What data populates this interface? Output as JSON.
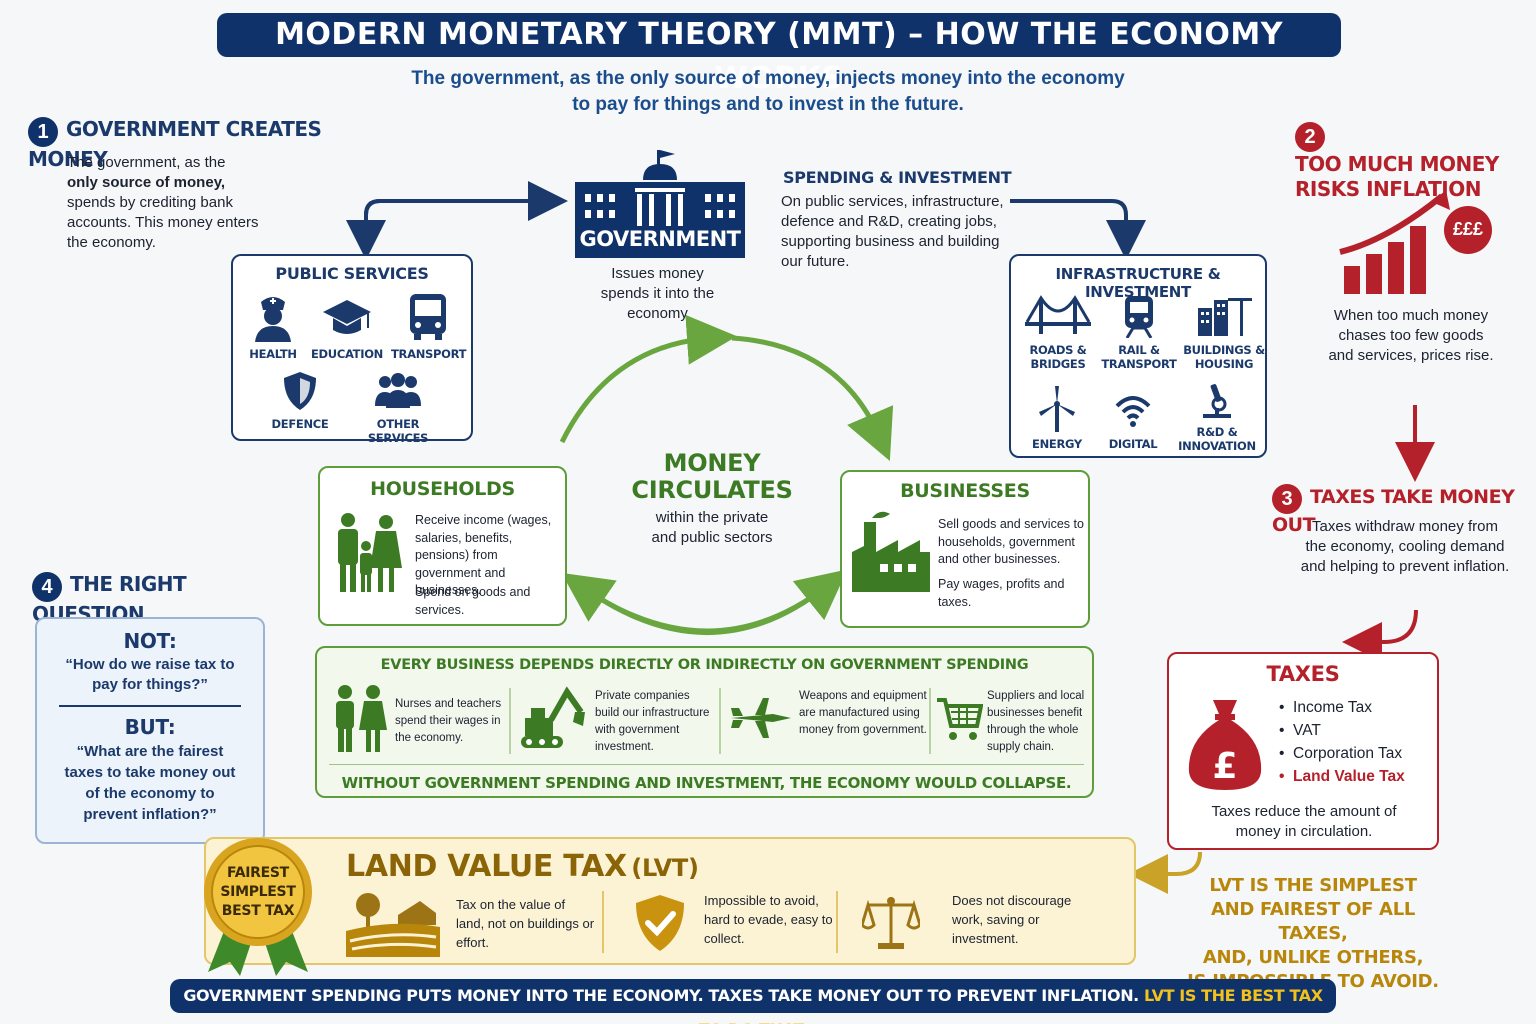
{
  "title": "MODERN MONETARY THEORY (MMT) – HOW THE ECONOMY WORKS",
  "subtitle_line1": "The government, as the only source of money, injects money into the economy",
  "subtitle_line2": "to pay for things and to invest in the future.",
  "section1": {
    "number": "1",
    "heading": "GOVERNMENT CREATES MONEY",
    "text_a": "The government, as the",
    "text_bold": "only source of money",
    "text_b": ",",
    "text_c": "spends by crediting bank accounts. This money enters the economy."
  },
  "government": {
    "label": "GOVERNMENT",
    "caption": "Issues money spends it into the economy"
  },
  "spending": {
    "heading": "SPENDING & INVESTMENT",
    "text": "On public services, infrastructure, defence and R&D, creating jobs, supporting business and building our future."
  },
  "public_services": {
    "heading": "PUBLIC SERVICES",
    "items": [
      "HEALTH",
      "EDUCATION",
      "TRANSPORT",
      "DEFENCE",
      "OTHER SERVICES"
    ]
  },
  "infrastructure": {
    "heading": "INFRASTRUCTURE & INVESTMENT",
    "items": [
      "ROADS & BRIDGES",
      "RAIL & TRANSPORT",
      "BUILDINGS & HOUSING",
      "ENERGY",
      "DIGITAL",
      "R&D & INNOVATION"
    ]
  },
  "section2": {
    "number": "2",
    "heading_line1": "TOO MUCH MONEY",
    "heading_line2": "RISKS INFLATION",
    "badge": "£££",
    "text": "When too much money chases too few goods and services, prices rise."
  },
  "section3": {
    "number": "3",
    "heading": "TAXES TAKE MONEY OUT",
    "text": "Taxes withdraw money from the economy, cooling demand and helping to prevent inflation."
  },
  "taxes": {
    "heading": "TAXES",
    "items": [
      "Income Tax",
      "VAT",
      "Corporation Tax",
      "Land Value Tax"
    ],
    "footer": "Taxes reduce the amount of money in circulation.",
    "colors": {
      "normal": "#1c2230",
      "highlight": "#b5212a"
    }
  },
  "households": {
    "heading": "HOUSEHOLDS",
    "text1": "Receive income (wages, salaries, benefits, pensions) from government and businesses.",
    "text2": "Spend on goods and services."
  },
  "businesses": {
    "heading": "BUSINESSES",
    "text1": "Sell goods and services to households, government and other businesses.",
    "text2": "Pay wages, profits and taxes."
  },
  "circulates": {
    "heading_line1": "MONEY",
    "heading_line2": "CIRCULATES",
    "text": "within the private and public sectors"
  },
  "depends": {
    "heading": "EVERY BUSINESS DEPENDS DIRECTLY OR INDIRECTLY ON GOVERNMENT SPENDING",
    "items": [
      "Nurses and teachers spend their wages in the economy.",
      "Private companies build our infrastructure with government investment.",
      "Weapons and equipment are manufactured using money from government.",
      "Suppliers and local businesses benefit through the whole supply chain."
    ],
    "footer": "WITHOUT GOVERNMENT SPENDING AND INVESTMENT, THE ECONOMY WOULD COLLAPSE."
  },
  "section4": {
    "number": "4",
    "heading": "THE RIGHT QUESTION",
    "not_label": "NOT:",
    "not_text": "“How do we raise tax to pay for things?”",
    "but_label": "BUT:",
    "but_text": "“What are the fairest taxes to take money out of the economy to prevent inflation?”"
  },
  "lvt": {
    "heading": "LAND VALUE TAX",
    "heading_suffix": "(LVT)",
    "badge_lines": [
      "FAIREST",
      "SIMPLEST",
      "BEST TAX"
    ],
    "items": [
      "Tax on the value of land, not on buildings or effort.",
      "Impossible to avoid, hard to evade, easy to collect.",
      "Does not discourage work, saving or investment."
    ],
    "callout": [
      "LVT IS THE SIMPLEST",
      "AND FAIREST OF ALL TAXES,",
      "AND, UNLIKE OTHERS,",
      "IS IMPOSSIBLE TO AVOID."
    ]
  },
  "bottom_bar": {
    "main": "GOVERNMENT SPENDING PUTS MONEY INTO THE ECONOMY.  TAXES TAKE MONEY OUT TO PREVENT INFLATION.",
    "highlight": "LVT IS THE BEST TAX TO DO THAT."
  },
  "palette": {
    "navy": "#10326a",
    "green": "#5f9c3a",
    "red": "#b5212a",
    "gold": "#b8860b"
  }
}
